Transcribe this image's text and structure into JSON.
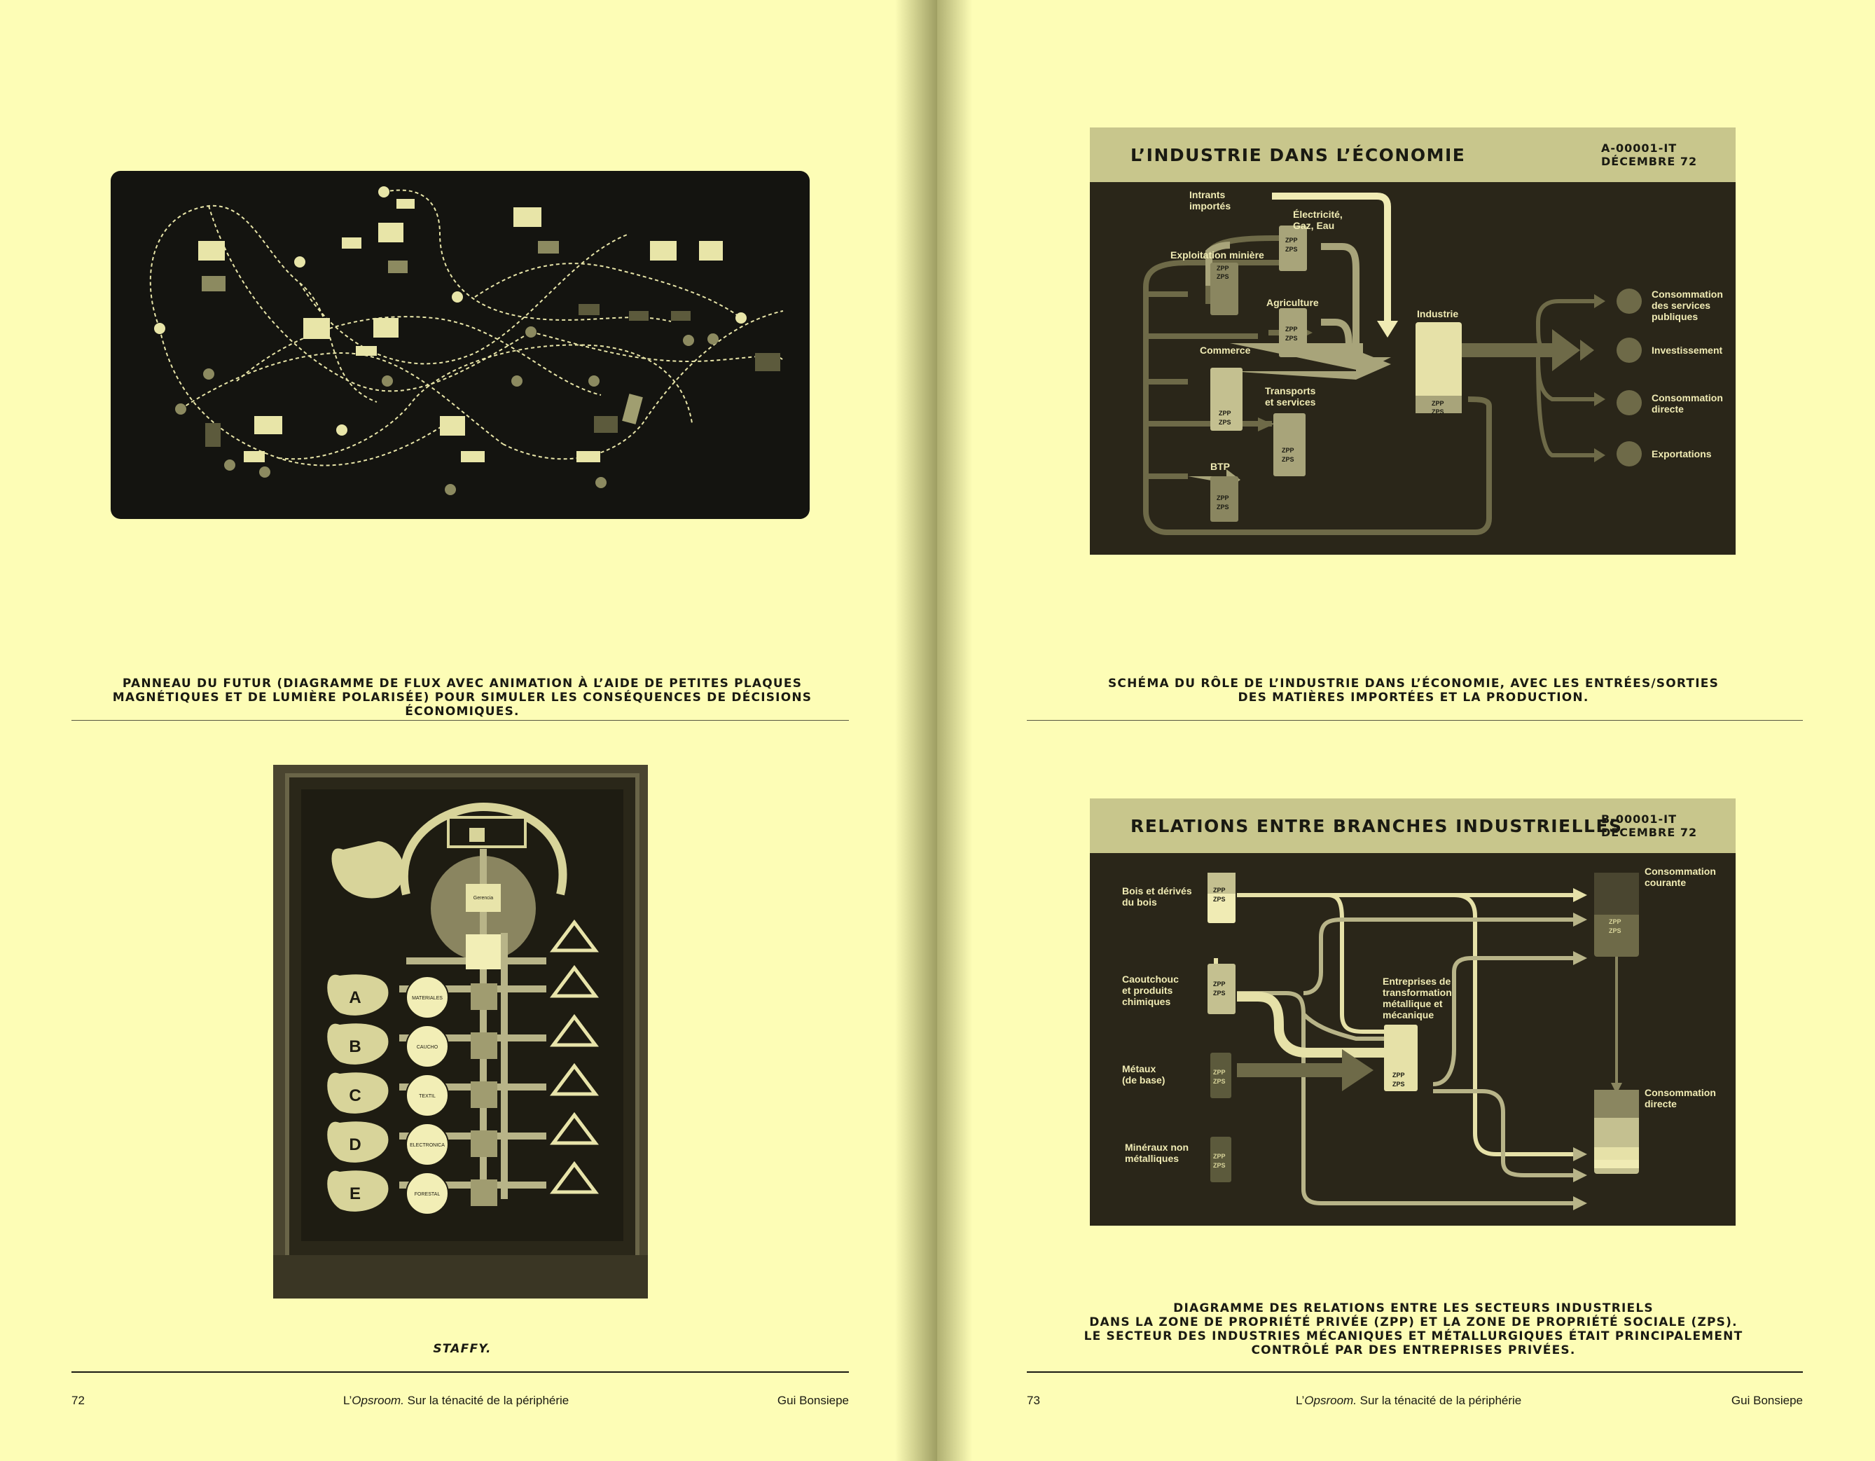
{
  "left_page": {
    "caption_top": "PANNEAU DU FUTUR (DIAGRAMME DE FLUX AVEC ANIMATION À L’AIDE DE PETITES PLAQUES\nMAGNÉTIQUES ET DE LUMIÈRE POLARISÉE) POUR SIMULER LES CONSÉQUENCES DE DÉCISIONS ÉCONOMIQUES.",
    "caption_bottom": "STAFFY.",
    "staffy": {
      "letters": [
        "A",
        "B",
        "C",
        "D",
        "E"
      ],
      "circle_labels": [
        "MATERIALES",
        "CAUCHO",
        "TEXTIL",
        "ELECTRONICA",
        "FORESTAL"
      ],
      "center_label": "Gerencia"
    },
    "footer": {
      "page_number": "72",
      "title_prefix": "L’",
      "title_italic": "Opsroom.",
      "title_rest": " Sur la ténacité de la périphérie",
      "author": "Gui Bonsiepe"
    }
  },
  "right_page": {
    "panel1": {
      "title": "L’INDUSTRIE DANS L’ÉCONOMIE",
      "code_line1": "A-00001-IT",
      "code_line2": "DÉCEMBRE 72",
      "labels": {
        "intrants": "Intrants\nimportés",
        "electricite": "Électricité,\nGaz, Eau",
        "exploitation": "Exploitation minière",
        "agriculture": "Agriculture",
        "commerce": "Commerce",
        "transports": "Transports\net services",
        "btp": "BTP",
        "industrie": "Industrie",
        "out1": "Consommation\ndes services\npubliques",
        "out2": "Investissement",
        "out3": "Consommation\ndirecte",
        "out4": "Exportations"
      },
      "zpp": "ZPP",
      "zps": "ZPS"
    },
    "caption1": "SCHÉMA DU RÔLE DE L’INDUSTRIE DANS L’ÉCONOMIE, AVEC LES ENTRÉES/SORTIES\nDES MATIÈRES IMPORTÉES ET LA PRODUCTION.",
    "panel2": {
      "title": "RELATIONS ENTRE BRANCHES INDUSTRIELLES",
      "code_line1": "B-00001-IT",
      "code_line2": "DÉCEMBRE 72",
      "labels": {
        "bois": "Bois et dérivés\ndu bois",
        "caoutchouc": "Caoutchouc\net produits\nchimiques",
        "metaux": "Métaux\n(de base)",
        "mineraux": "Minéraux non\nmétalliques",
        "entreprises": "Entreprises de\ntransformation\nmétallique et\nmécanique",
        "courante": "Consommation\ncourante",
        "directe": "Consommation\ndirecte"
      },
      "zpp": "ZPP",
      "zps": "ZPS"
    },
    "caption2": "DIAGRAMME DES RELATIONS ENTRE LES SECTEURS INDUSTRIELS\nDANS LA ZONE DE PROPRIÉTÉ PRIVÉE (ZPP) ET LA ZONE DE PROPRIÉTÉ SOCIALE (ZPS).\nLE SECTEUR DES INDUSTRIES MÉCANIQUES ET MÉTALLURGIQUES ÉTAIT PRINCIPALEMENT\nCONTRÔLÉ PAR DES ENTREPRISES PRIVÉES.",
    "footer": {
      "page_number": "73",
      "title_prefix": "L’",
      "title_italic": "Opsroom.",
      "title_rest": " Sur la ténacité de la périphérie",
      "author": "Gui Bonsiepe"
    }
  }
}
